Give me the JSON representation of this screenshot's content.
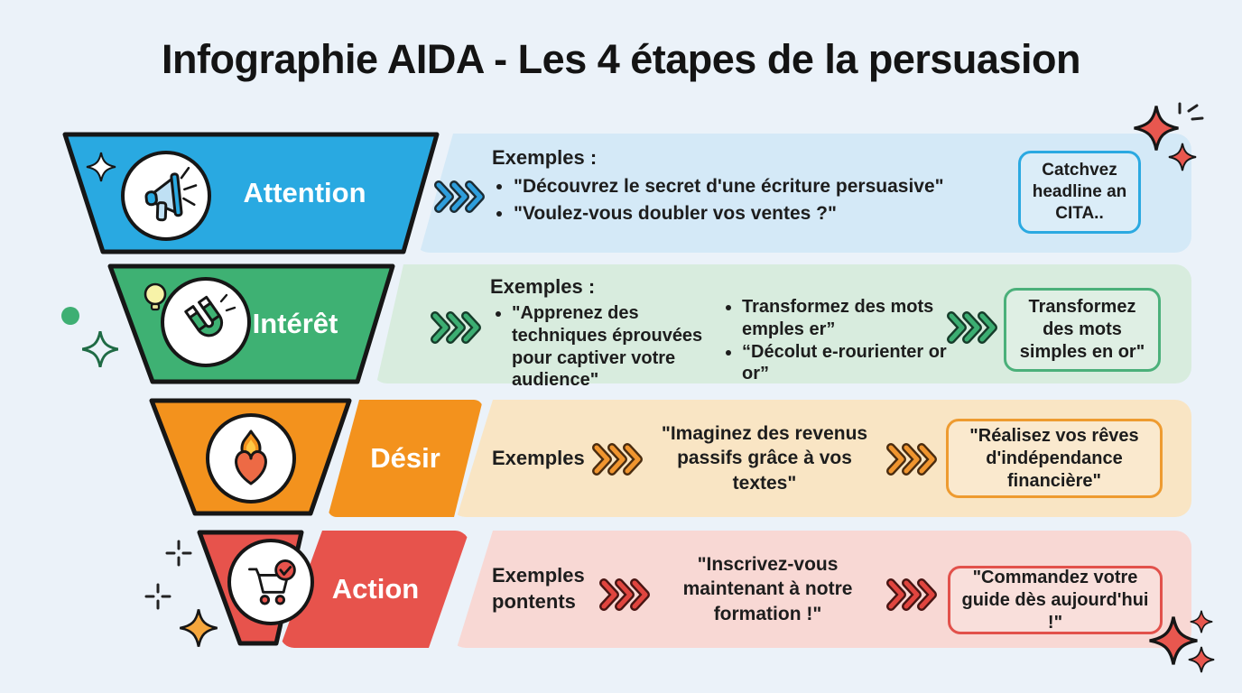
{
  "title": "Infographie AIDA - Les 4 étapes de la persuasion",
  "stages": [
    {
      "name": "Attention",
      "icon": "megaphone-icon",
      "color": "#29A9E1",
      "band_color": "#D4E9F7",
      "examples_label": "Exemples :",
      "bullets": [
        "\"Découvrez le secret d'une écriture persuasive\"",
        "\"Voulez-vous doubler vos ventes ?\""
      ],
      "callout": "Catchvez headline an CITA.."
    },
    {
      "name": "Intérêt",
      "icon": "magnet-icon",
      "color": "#3EB173",
      "band_color": "#D8ECDE",
      "examples_label": "Exemples :",
      "bullets_col1": [
        "\"Apprenez des techniques éprouvées pour captiver votre audience\""
      ],
      "bullets_col2": [
        "Transformez des mots emples er”",
        "“Décolut e-rourienter or or”"
      ],
      "callout": "Transformez des mots simples en or\""
    },
    {
      "name": "Désir",
      "icon": "flaming-heart-icon",
      "color": "#F3921D",
      "band_color": "#F9E5C4",
      "examples_label": "Exemples",
      "quote": "\"Imaginez des revenus passifs grâce à vos textes\"",
      "callout": "\"Réalisez vos rêves d'indépendance financière\""
    },
    {
      "name": "Action",
      "icon": "cart-check-icon",
      "color": "#E7534C",
      "band_color": "#F8D8D4",
      "examples_label": "Exemples pontents",
      "quote": "\"Inscrivez-vous maintenant à notre formation !\"",
      "callout": "\"Commandez votre guide dès aujourd'hui !\""
    }
  ],
  "decorations": {
    "icons": [
      "sparkle-icon",
      "lightbulb-icon",
      "plus-mark-icon",
      "tick-marks-icon"
    ],
    "sparkle_red": "#E8574F",
    "sparkle_orange": "#F5A63C",
    "sparkle_green_outline": "#1f6b45"
  }
}
